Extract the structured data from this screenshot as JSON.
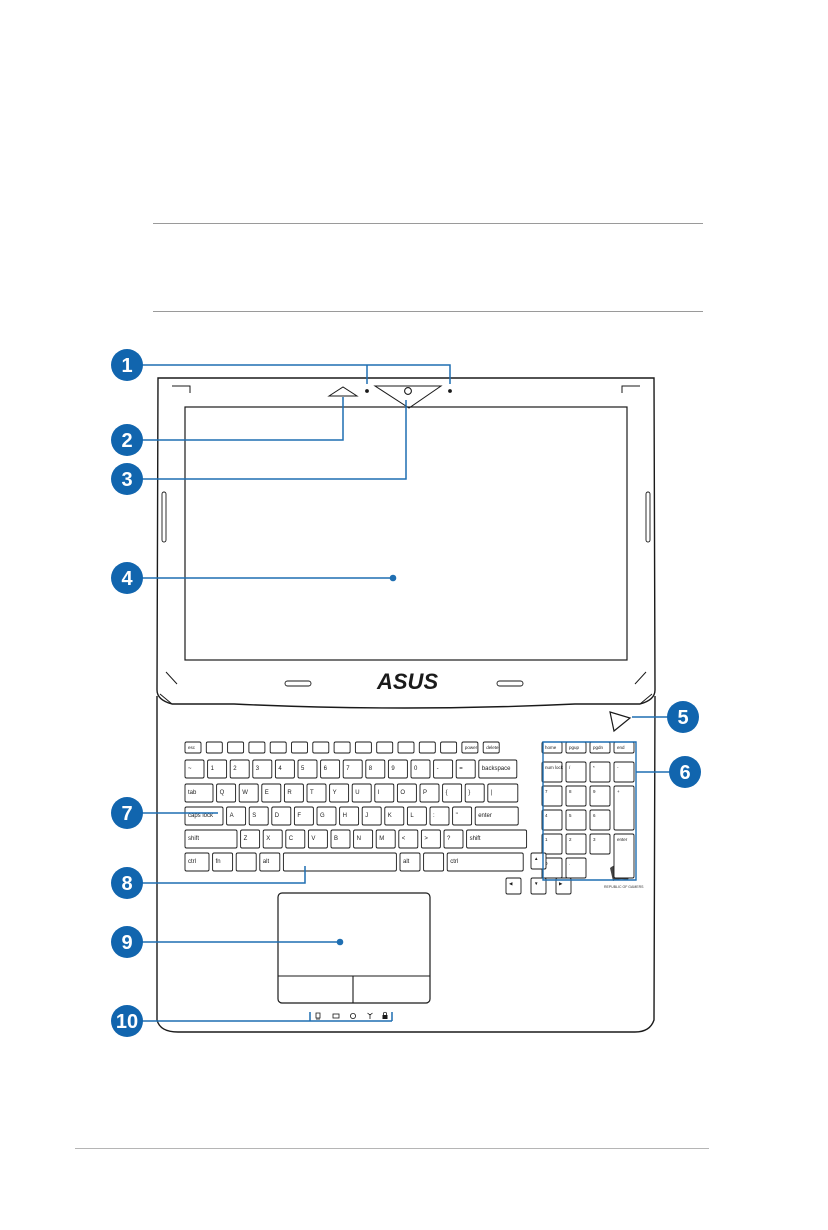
{
  "brand_logo": "ASUS",
  "rog_emblem": "REPUBLIC OF GAMERS",
  "callouts": [
    "1",
    "2",
    "3",
    "4",
    "5",
    "6",
    "7",
    "8",
    "9",
    "10"
  ],
  "keyboard": {
    "fn_row": [
      "esc",
      "",
      "",
      "",
      "",
      "",
      "",
      "",
      "",
      "",
      "",
      "",
      "",
      "power",
      "delete"
    ],
    "number_row": [
      "~",
      "1",
      "2",
      "3",
      "4",
      "5",
      "6",
      "7",
      "8",
      "9",
      "0",
      "-",
      "=",
      "backspace"
    ],
    "q_row": [
      "tab",
      "Q",
      "W",
      "E",
      "R",
      "T",
      "Y",
      "U",
      "I",
      "O",
      "P",
      "{",
      "}",
      "|"
    ],
    "a_row": [
      "caps lock",
      "A",
      "S",
      "D",
      "F",
      "G",
      "H",
      "J",
      "K",
      "L",
      ":",
      "\"",
      "enter"
    ],
    "z_row": [
      "shift",
      "Z",
      "X",
      "C",
      "V",
      "B",
      "N",
      "M",
      "<",
      ">",
      "?",
      "shift"
    ],
    "bottom_row": [
      "ctrl",
      "fn",
      "",
      "alt",
      "",
      "alt",
      "",
      "ctrl"
    ],
    "numpad_top": [
      "home",
      "pgup",
      "pgdn",
      "end"
    ],
    "numpad_rows": [
      [
        "num lock",
        "/",
        "*",
        "-"
      ],
      [
        "7",
        "8",
        "9",
        "+"
      ],
      [
        "4",
        "5",
        "6",
        ""
      ],
      [
        "1",
        "2",
        "3",
        "enter"
      ],
      [
        "0",
        ".",
        "",
        ""
      ]
    ],
    "arrows": [
      "▲",
      "◀",
      "▼",
      "▶"
    ]
  },
  "status_icons": [
    "power-indicator-icon",
    "battery-indicator-icon",
    "hdd-indicator-icon",
    "wireless-indicator-icon",
    "lock-indicator-icon"
  ],
  "colors": {
    "callout": "#1165ae",
    "line": "#1f6fb2",
    "outline": "#1a1a1a"
  }
}
